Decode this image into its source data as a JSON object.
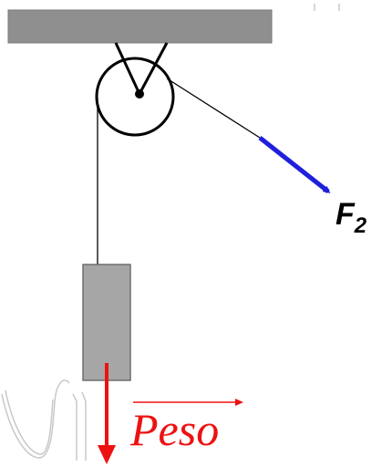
{
  "diagram": {
    "force_label": {
      "letter": "F",
      "subscript": "2"
    },
    "weight_label": "Peso"
  },
  "colors": {
    "ceiling": "#8f8f8f",
    "block": "#a6a6a6",
    "rope": "#000000",
    "force_arrow": "#1f1fdc",
    "weight_arrow": "#ee1111",
    "watermark": "#c8c8c8"
  }
}
